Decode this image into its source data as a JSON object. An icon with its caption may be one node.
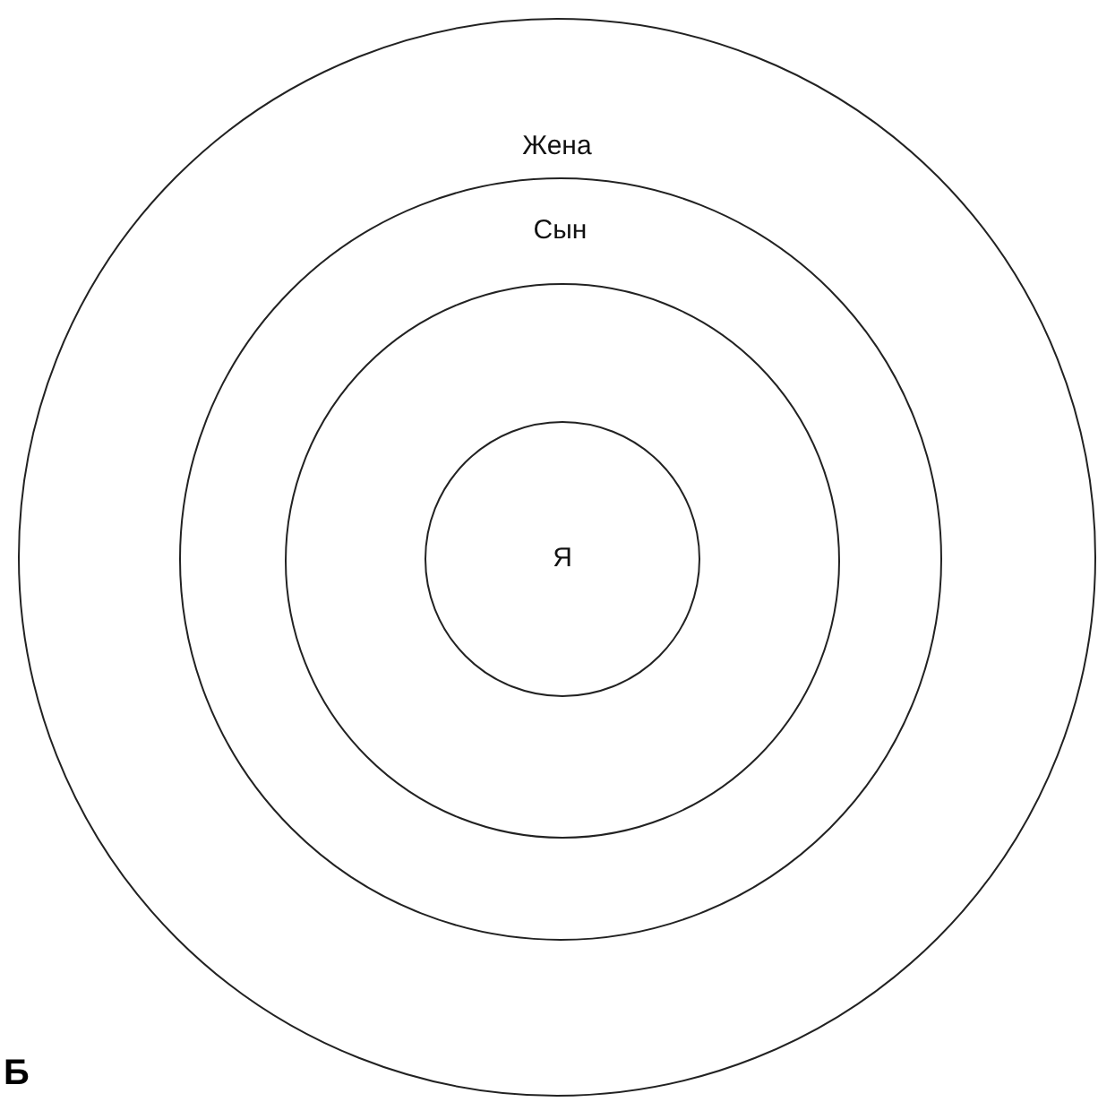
{
  "diagram": {
    "nodes": [
      {
        "text": [
          "Жена"
        ]
      },
      {
        "text": [
          "Сын"
        ],
        "in": 0
      },
      {
        "text": [],
        "shape": "circle",
        "in": 1
      },
      {
        "text": [
          "Я"
        ],
        "in": 2
      }
    ],
    "labels": [
      "Б"
    ]
  }
}
